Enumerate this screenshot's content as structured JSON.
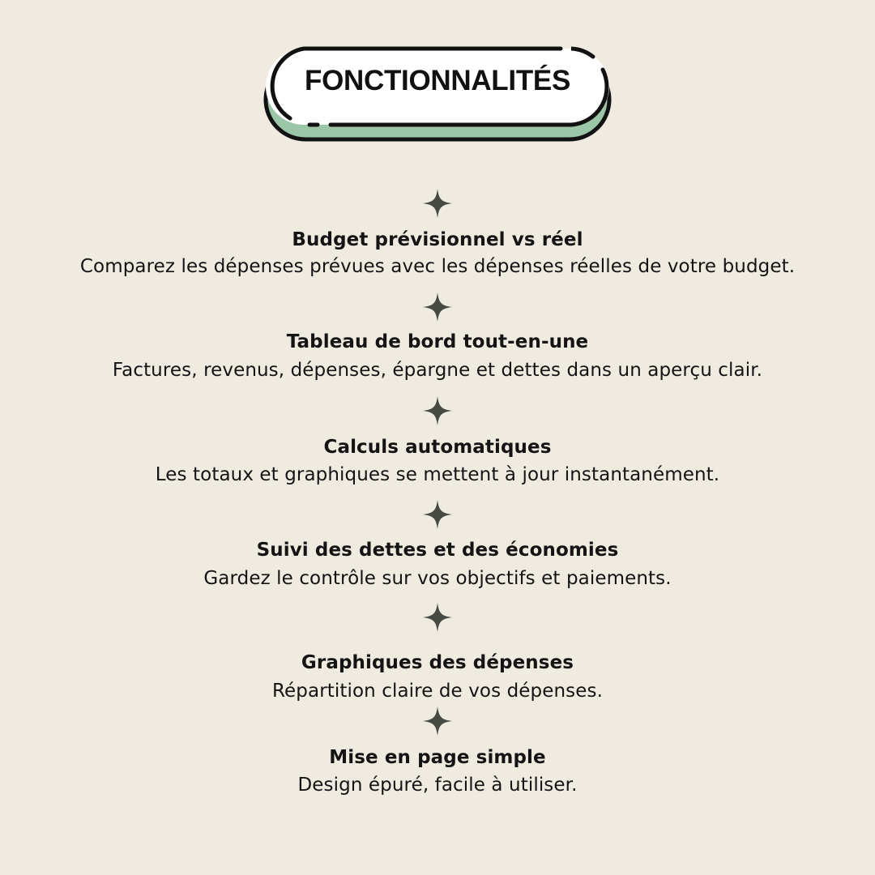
{
  "header": {
    "title": "FONCTIONNALITÉS"
  },
  "colors": {
    "background": "#efebe1",
    "badge_fill": "#ffffff",
    "badge_shadow": "#9cc6a8",
    "badge_outline": "#111111",
    "sparkle": "#464a42",
    "text": "#141414"
  },
  "features": [
    {
      "icon": "sparkle-icon",
      "title": "Budget prévisionnel vs réel",
      "description": "Comparez les dépenses prévues avec les dépenses réelles de votre budget."
    },
    {
      "icon": "sparkle-icon",
      "title": "Tableau de bord tout-en-une",
      "description": "Factures, revenus, dépenses, épargne et dettes dans un aperçu clair."
    },
    {
      "icon": "sparkle-icon",
      "title": "Calculs automatiques",
      "description": "Les totaux et graphiques se mettent à jour instantanément."
    },
    {
      "icon": "sparkle-icon",
      "title": "Suivi des dettes et des économies",
      "description": "Gardez le contrôle sur vos objectifs et paiements."
    },
    {
      "icon": "sparkle-icon",
      "title": "Graphiques des dépenses",
      "description": "Répartition claire de vos dépenses."
    },
    {
      "icon": "sparkle-icon",
      "title": "Mise en page simple",
      "description": "Design épuré, facile à utiliser."
    }
  ]
}
